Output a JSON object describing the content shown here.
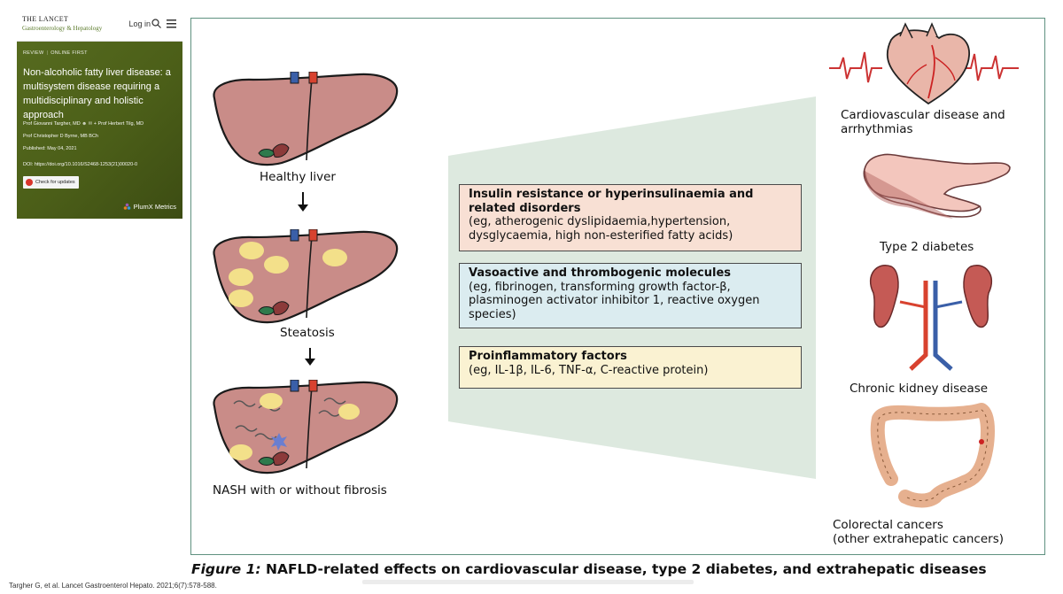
{
  "article": {
    "journal_line1": "THE LANCET",
    "journal_line2": "Gastroenterology & Hepatology",
    "login": "Log in",
    "tag_review": "REVIEW",
    "tag_online": "ONLINE FIRST",
    "title": "Non-alcoholic fatty liver disease: a multisystem disease requiring a multidisciplinary and holistic approach",
    "author1": "Prof Giovanni Targher, MD",
    "author2": "Prof Herbert Tilg, MD",
    "author3": "Prof Christopher D Byrne, MB BCh",
    "published": "Published: May 04, 2021",
    "doi": "DOI: https://doi.org/10.1016/S2468-1253(21)00020-0",
    "check_updates": "Check for updates",
    "plumx": "PlumX Metrics",
    "colors": {
      "panel": "#4e621c",
      "journal_accent": "#5a7a2a"
    }
  },
  "figure": {
    "liver_labels": [
      "Healthy liver",
      "Steatosis",
      "NASH with or without fibrosis"
    ],
    "boxes": [
      {
        "title": "Insulin resistance or hyperinsulinaemia and related disorders",
        "detail": "(eg, atherogenic dyslipidaemia,hypertension, dysglycaemia, high non-esterified fatty acids)",
        "color": "#f8e0d4"
      },
      {
        "title": "Vasoactive and thrombogenic molecules",
        "detail": "(eg, fibrinogen, transforming growth factor-β, plasminogen activator inhibitor 1, reactive oxygen species)",
        "color": "#dbecf0"
      },
      {
        "title": "Proinflammatory factors",
        "detail": "(eg, IL-1β, IL-6, TNF-α, C-reactive protein)",
        "color": "#faf2d2"
      }
    ],
    "outcomes": {
      "cardio_line1": "Cardiovascular disease and",
      "cardio_line2": "arrhythmias",
      "diabetes": "Type 2 diabetes",
      "kidney": "Chronic kidney disease",
      "colorectal_line1": "Colorectal cancers",
      "colorectal_line2": "(other extrahepatic cancers)"
    },
    "caption_label": "Figure 1:",
    "caption_text": " NAFLD-related effects on cardiovascular disease, type 2 diabetes, and extrahepatic diseases",
    "colors": {
      "frame": "#5f9180",
      "wedge": "#dde9df",
      "liver": "#c98c88"
    }
  },
  "citation": "Targher G, et al. Lancet Gastroenterol Hepato. 2021;6(7):578-588."
}
